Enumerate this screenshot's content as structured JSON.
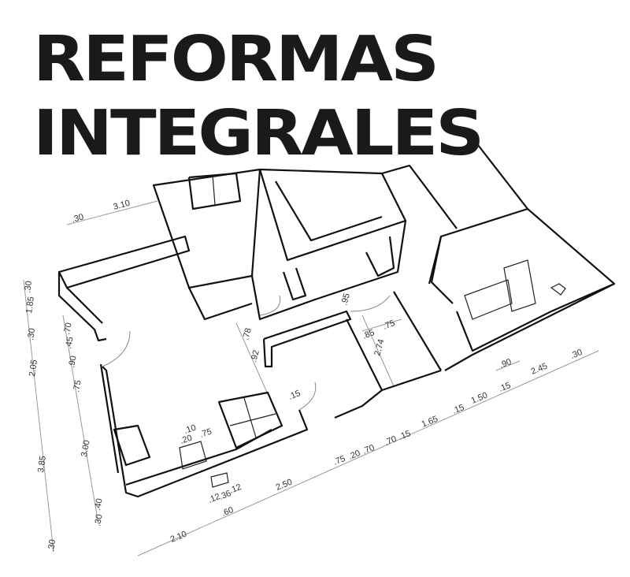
{
  "title": {
    "line1": "REFORMAS",
    "line2": "INTEGRALES"
  },
  "colors": {
    "title": "#1a1a1a",
    "lines": "#111111",
    "dimensions": "#999999"
  },
  "dimensions": {
    "top": [
      ".30",
      "3.10"
    ],
    "left_outer": [
      ".30",
      "1.85",
      ".30",
      "2.05",
      "3.85",
      ".30"
    ],
    "left_inner": [
      ".70",
      ".45",
      ".90",
      ".75",
      "3.00",
      ".40",
      ".30"
    ],
    "bottom": [
      "2.10",
      ".60",
      ".12",
      ".36",
      ".12",
      "2.50",
      ".75",
      ".20",
      ".70",
      ".70",
      ".15",
      "1.65",
      ".15",
      "1.50",
      ".15",
      "2.45",
      ".30",
      ".90"
    ],
    "interior": [
      ".10",
      ".20",
      ".75",
      ".78",
      ".92",
      ".15",
      ".95",
      ".85",
      "2.74",
      ".75"
    ]
  }
}
